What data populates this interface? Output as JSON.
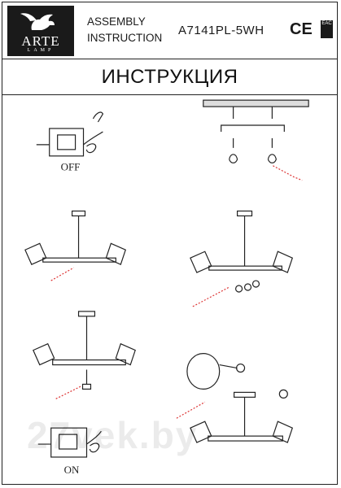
{
  "brand": {
    "name": "ARTE",
    "subtitle": "LAMP"
  },
  "header": {
    "line1": "ASSEMBLY",
    "line2": "INSTRUCTION",
    "model": "A7141PL-5WH",
    "ce_mark": "CE",
    "eac_mark": "EAC"
  },
  "title": "ИНСТРУКЦИЯ",
  "switch_labels": {
    "off": "OFF",
    "on": "ON"
  },
  "watermark": "27vek.by"
}
